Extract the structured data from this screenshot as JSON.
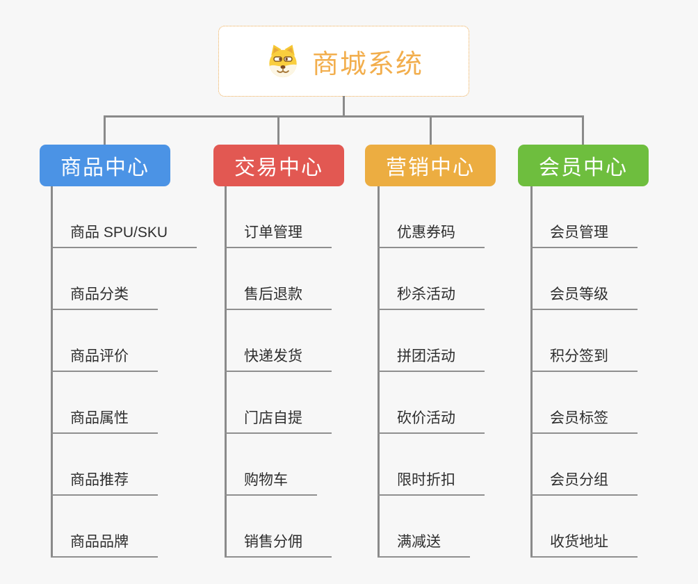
{
  "root": {
    "title": "商城系统",
    "icon": "dog-face-icon"
  },
  "branches": [
    {
      "label": "商品中心",
      "color": "#4b93e5",
      "items": [
        "商品 SPU/SKU",
        "商品分类",
        "商品评价",
        "商品属性",
        "商品推荐",
        "商品品牌"
      ]
    },
    {
      "label": "交易中心",
      "color": "#e25852",
      "items": [
        "订单管理",
        "售后退款",
        "快递发货",
        "门店自提",
        "购物车",
        "销售分佣"
      ]
    },
    {
      "label": "营销中心",
      "color": "#ecad41",
      "items": [
        "优惠券码",
        "秒杀活动",
        "拼团活动",
        "砍价活动",
        "限时折扣",
        "满减送"
      ]
    },
    {
      "label": "会员中心",
      "color": "#6ebe3e",
      "items": [
        "会员管理",
        "会员等级",
        "积分签到",
        "会员标签",
        "会员分组",
        "收货地址"
      ]
    }
  ],
  "colors": {
    "background": "#f7f7f7",
    "connector_line": "#8a8a8a",
    "item_underline": "#8f8f8f",
    "item_text": "#2e2e2e",
    "root_text": "#f2ae4d",
    "root_border": "#eca94f",
    "branch_text": "#ffffff"
  }
}
